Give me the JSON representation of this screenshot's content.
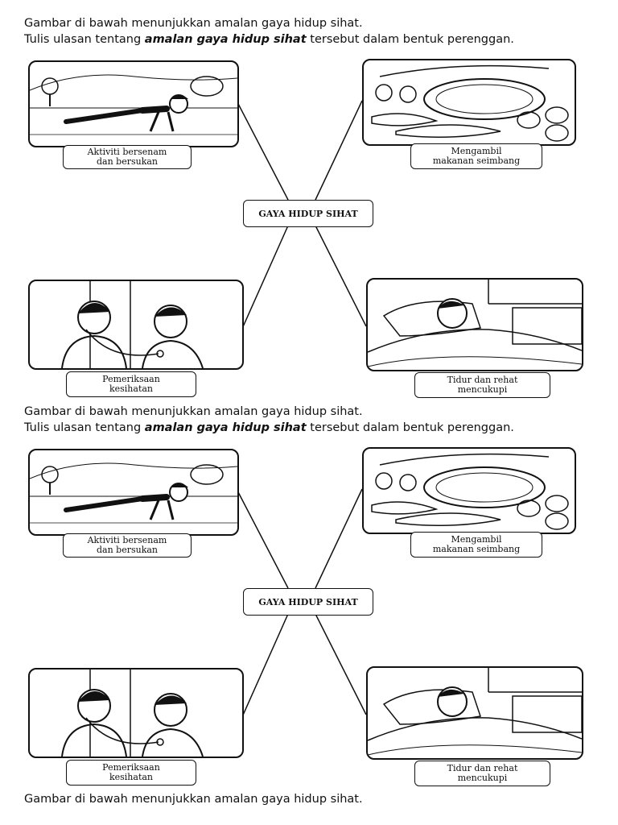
{
  "instructions": {
    "line1": "Gambar di bawah menunjukkan amalan gaya hidup sihat.",
    "line2_prefix": "Tulis ulasan tentang ",
    "line2_emphasis": "amalan gaya hidup sihat",
    "line2_suffix": " tersebut dalam bentuk perenggan."
  },
  "diagram": {
    "center_label": "GAYA HIDUP SIHAT",
    "exercise": {
      "line1": "Aktiviti bersenam",
      "line2": "dan bersukan",
      "icon": "exercise-pushup-icon"
    },
    "food": {
      "line1": "Mengambil",
      "line2": "makanan seimbang",
      "icon": "balanced-food-icon"
    },
    "checkup": {
      "line1": "Pemeriksaan",
      "line2": "kesihatan",
      "icon": "doctor-checkup-icon"
    },
    "sleep": {
      "line1": "Tidur dan rehat",
      "line2": "mencukupi",
      "icon": "sleeping-boy-icon"
    }
  }
}
